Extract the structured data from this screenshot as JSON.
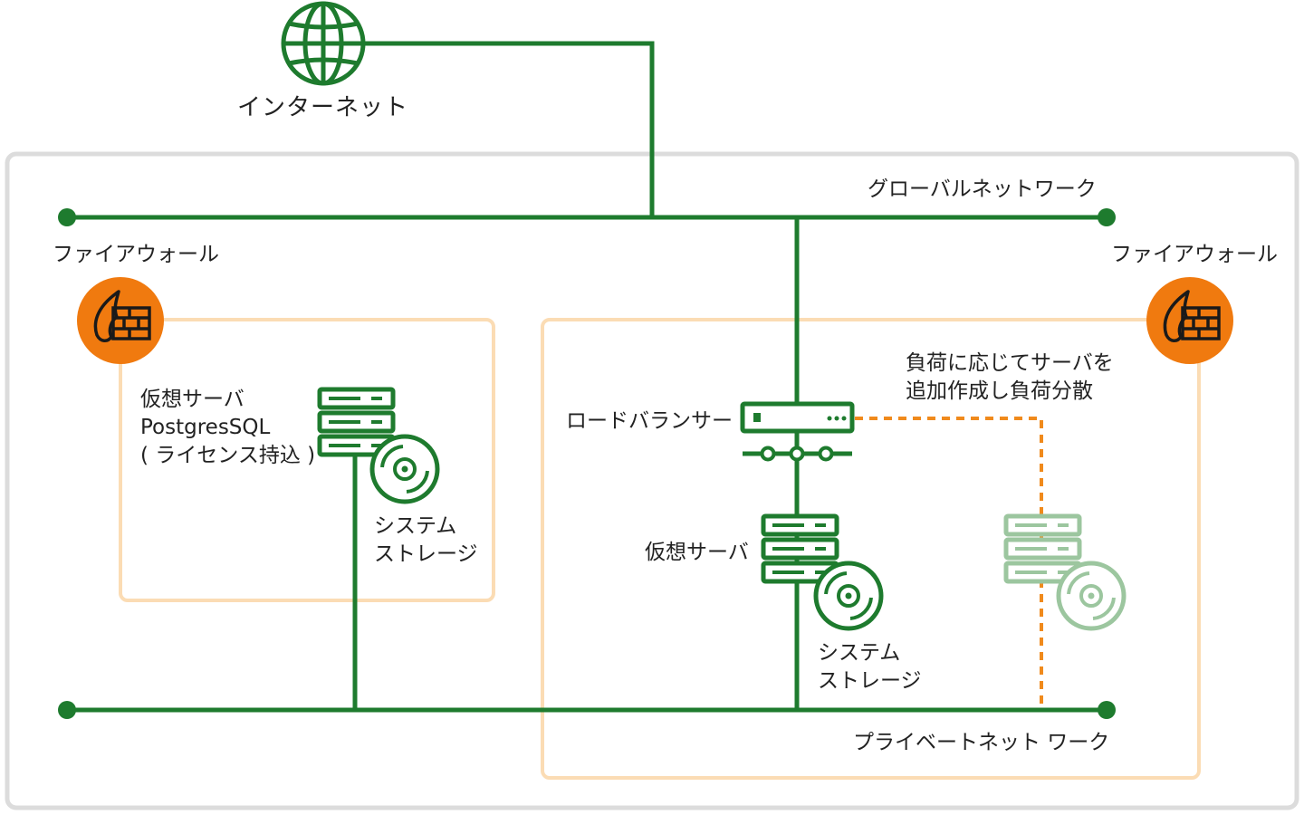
{
  "labels": {
    "internet": "インターネット",
    "global_network": "グローバルネットワーク",
    "private_network": "プライベートネット ワーク",
    "firewall_left": "ファイアウォール",
    "firewall_right": "ファイアウォール",
    "left_server_lines": [
      "仮想サーバ",
      "PostgresSQL",
      "( ライセンス持込 )"
    ],
    "left_storage_lines": [
      "システム",
      "ストレージ"
    ],
    "load_balancer": "ロードバランサー",
    "right_server": "仮想サーバ",
    "right_storage_lines": [
      "システム",
      "ストレージ"
    ],
    "scale_note_lines": [
      "負荷に応じてサーバを",
      "追加作成し負荷分散"
    ]
  },
  "colors": {
    "network_line": "#1e7b2e",
    "firewall": "#f07a0f",
    "firewall_zone": "#fbdcb4",
    "outer_frame": "#dcdcdc",
    "scaled_server": "#9cc69f",
    "dashed_link": "#f08a1c"
  },
  "icons": {
    "internet": "globe-icon",
    "firewall": "firewall-icon",
    "server": "server-stack-icon",
    "storage": "disk-icon",
    "load_balancer": "load-balancer-icon"
  }
}
